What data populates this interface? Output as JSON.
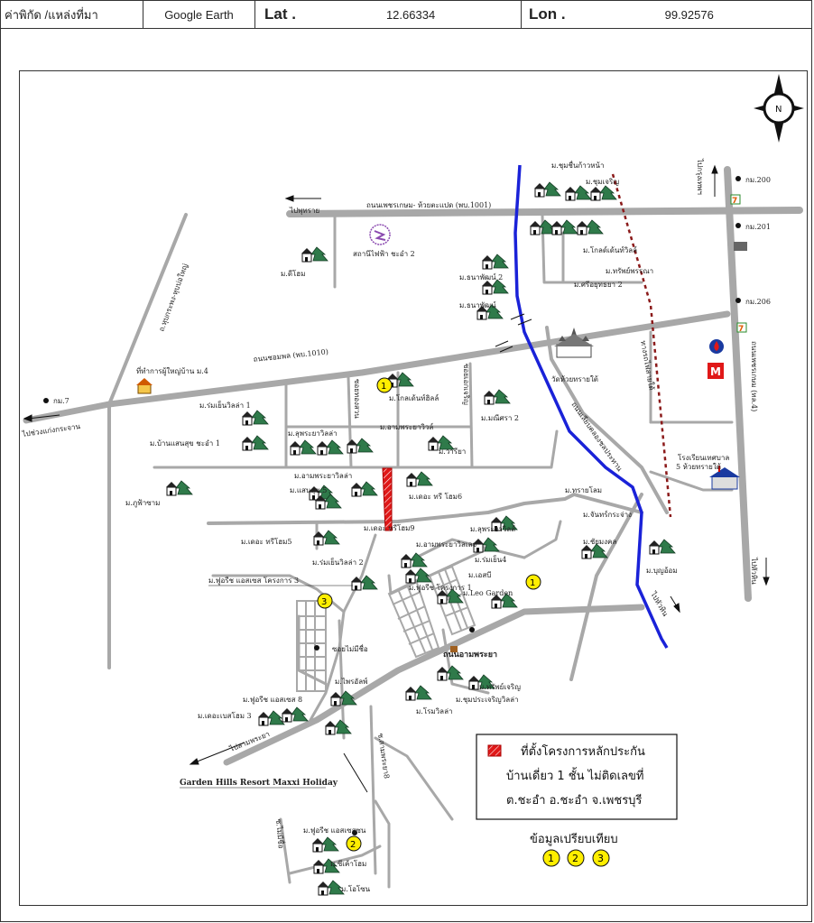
{
  "header": {
    "coord_label": "ค่าพิกัด /แหล่งที่มา",
    "source": "Google Earth",
    "lat_label": "Lat .",
    "lat_value": "12.66334",
    "lon_label": "Lon .",
    "lon_value": "99.92576"
  },
  "compass_letter": "N",
  "roads": {
    "north_road": "ถนนเพชรเกษม- ห้วยตะแปด (พบ.1001)",
    "main_road": "ถนนชอมพล (พบ.1010)",
    "petchkasem": "ถนนเพชรเกษม (ทล.4)",
    "canal_road": "ถนนเลียบคลองชลประทาน",
    "amphaya": "ถนนอามพระยา",
    "diagonal": "ถ.หุบกระพง-หุบบ่อใหญ่",
    "side1": "ซอยเอกเจริญ",
    "side2": "ซอยทองสวน",
    "rail": "ทางรถไฟสายใต้",
    "saam_phraya": "ซ.สามพระยา8",
    "sai_ban": "ซ.ไม่มีชื่อ",
    "soi_no_name": "ซอยไม่มีชื่อ"
  },
  "directions": {
    "to_phu_sai": "ไปพุทราย",
    "to_kaeng_krachan": "ไปช่วงแก่งกระจาน",
    "to_bangkok": "ไปกรุงเทพฯ",
    "to_hua_hin": "ไปหัวหิน",
    "to_hua_hin2": "ไปหัวหิน",
    "to_saam_phraya": "ไปสามพระยา"
  },
  "km_markers": [
    "กม.200",
    "กม.201",
    "กม.206",
    "กม.7"
  ],
  "places": {
    "substation": "สถานีไฟฟ้า ชะอำ 2",
    "village_head": "ที่ทำการผู้ใหญ่บ้าน ม.4",
    "temple": "วัดห้วยทรายใต้",
    "school_line1": "โรงเรียนเทศบาล",
    "school_line2": "5 ห้วยทรายใต้",
    "garden_hills": "Garden Hills Resort Maxxi Holiday",
    "wholesale": "ม.ฟูอรีช แอสเซส โครงการ 3"
  },
  "villages": [
    "ม.ชุมชื่นก้าวหน้า",
    "ม.ชุมเจริญ",
    "ม.ดีโฮม",
    "ม.ธนาพัฒน์ 2",
    "ม.ธนาพัฒน์",
    "ม.โกลด์เด้นท์วิลล์",
    "ม.ทรัพย์พรรณา",
    "ม.ศรีอยุทธยา 2",
    "ม.ร่มเย็นวิลล่า 1",
    "ม.บ้านแสนสุข ชะอำ 1",
    "ม.โกลเด้นท์ฮิลล์",
    "ม.ลุพระยาวิลล่า",
    "ม.อามพระยาวิวล์",
    "ม.มณีศรา 2",
    "ม.วารียา",
    "ม.อามพระยาวิลล่า",
    "ม.แสนสุข 5",
    "ม.ภูฟ้าซาม",
    "ม.เดอะ ทรี โฮม6",
    "ม.เดอะ ทรีโฮม5",
    "ม.เดอะ ทรีโฮม9",
    "ม.ทรายโลม",
    "ม.จันทร์กระจ่าง",
    "ม.ลุพระยาวิลล์",
    "ม.อามพระยาวิลเลจ",
    "ม.ร่มเย็นวิลล่า 2",
    "ม.ร่มเย็น4",
    "ม.เอสบี",
    "ม.ชัยมงคล",
    "ม.บุญอ้อม",
    "ม.ฟูอรีช โครงการ 1",
    "ม.Leo Garden",
    "ม.ไพรอัลพ์",
    "ม.ทรัพย์เจริญ",
    "ม.ชุมประเจริญวิลล่า",
    "ม.โรมวิลล่า",
    "ม.ฟูอรีช แอสเซส 8",
    "ม.เดอะเบสโฮม 3",
    "ม.ฟูอรีช แอสเซสซน",
    "ม.ซีเค้าโฮม",
    "ม.โอโซน"
  ],
  "legend": {
    "line1": "ที่ตั้งโครงการหลักประกัน",
    "line2": "บ้านเดี่ยว 1 ชั้น ไม่ติดเลขที่",
    "line3": "ต.ชะอำ อ.ชะอำ จ.เพชรบุรี"
  },
  "comparison_label": "ข้อมูลเปรียบเทียบ",
  "comparison_markers": [
    "1",
    "2",
    "3"
  ],
  "colors": {
    "road": "#a8a8a8",
    "canal": "#1a22d8",
    "subject": "#e01818",
    "marker": "#ffee00",
    "tree": "#2f7a4a",
    "rail": "#8b1a1a"
  }
}
